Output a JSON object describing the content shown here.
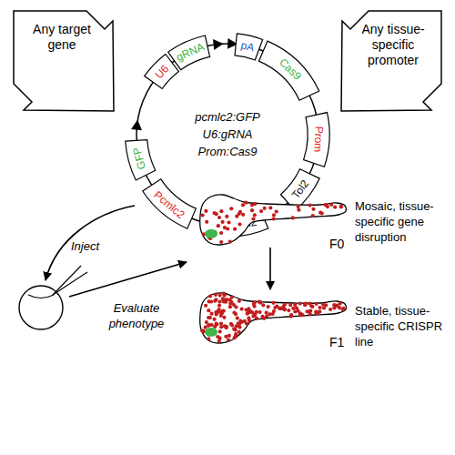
{
  "diagram": {
    "nodes": [
      {
        "text": [
          "Any target gene"
        ]
      },
      {
        "text": [
          "Any tissue-specific promoter"
        ]
      },
      {
        "text": [
          "pcmlc2:GFP U6:gRNA Prom:Cas9"
        ]
      },
      {
        "text": [
          "U6"
        ],
        "in": 2
      },
      {
        "text": [
          "gRNA"
        ],
        "in": 2
      },
      {
        "text": [
          "pA"
        ],
        "in": 2
      },
      {
        "text": [
          "Cas9"
        ],
        "in": 2
      },
      {
        "text": [
          "Prom"
        ],
        "in": 2
      },
      {
        "text": [
          "Tol2"
        ],
        "in": 2
      },
      {
        "text": [
          "Tol2"
        ],
        "in": 2
      },
      {
        "text": [
          "Pcmlc2"
        ],
        "in": 2
      },
      {
        "text": [
          "GFP"
        ],
        "in": 2
      },
      {
        "text": [
          "F0"
        ]
      },
      {
        "text": [
          "F1"
        ]
      }
    ],
    "edges": [
      {
        "from": 12,
        "to": 13,
        "arrow": "to"
      }
    ],
    "labels": [
      "Inject",
      "Evaluate phenotype",
      "Mosaic, tissue-specific gene disruption",
      "Stable, tissue-specific CRISPR line"
    ]
  }
}
